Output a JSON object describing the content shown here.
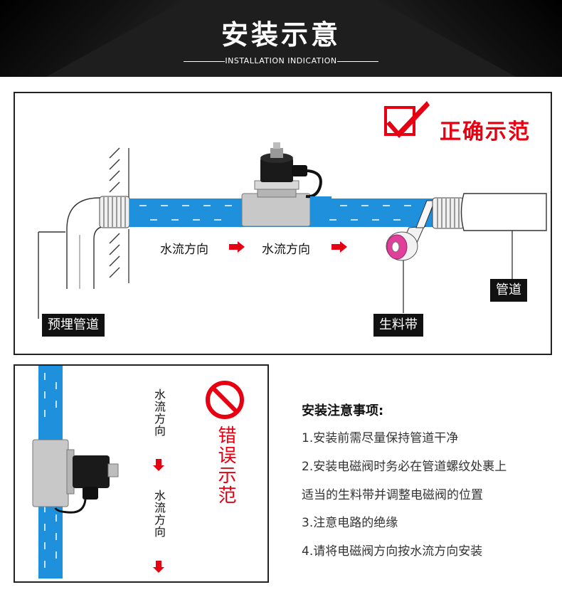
{
  "header": {
    "title": "安装示意",
    "subtitle": "INSTALLATION INDICATION"
  },
  "correct_section": {
    "title": "正确示范",
    "flow_label_1": "水流方向",
    "flow_label_2": "水流方向",
    "embedded_pipe_label": "预埋管道",
    "tape_label": "生料带",
    "pipe_label": "管道"
  },
  "wrong_section": {
    "title": "错误示范",
    "flow_label_1": "水流方向",
    "flow_label_2": "水流方向"
  },
  "notes": {
    "title": "安装注意事项:",
    "items": [
      "1.安装前需尽量保持管道干净",
      "2.安装电磁阀时务必在管道螺纹处裹上",
      "适当的生料带并调整电磁阀的位置",
      "3.注意电路的绝缘",
      "4.请将电磁阀方向按水流方向安装"
    ]
  },
  "colors": {
    "water_blue": "#1e90dc",
    "accent_red": "#e60012",
    "tape_pink": "#e0409a"
  }
}
